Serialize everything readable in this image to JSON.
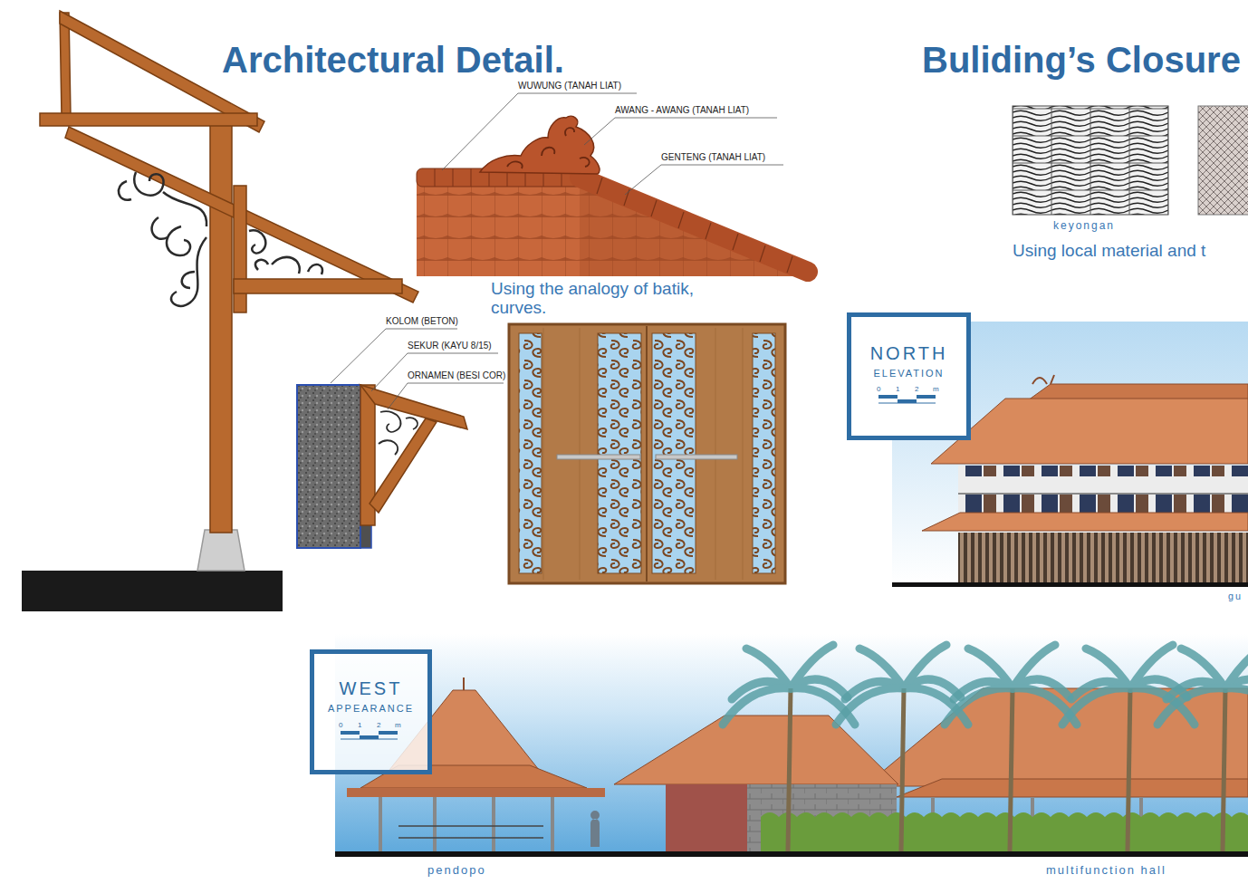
{
  "diagram": {
    "title": "Architectural Detail.",
    "nodes": [
      {
        "text": [
          "NORTH",
          "ELEVATION"
        ]
      },
      {
        "text": [
          "WEST",
          "APPEARANCE"
        ]
      }
    ],
    "labels": [
      "Buliding’s Closure",
      "WUWUNG (TANAH LIAT)",
      "AWANG - AWANG (TANAH LIAT)",
      "GENTENG (TANAH LIAT)",
      "Using the analogy of batik, curves.",
      "KOLOM (BETON)",
      "SEKUR (KAYU 8/15)",
      "ORNAMEN (BESI COR)",
      "keyongan",
      "Using local material and t",
      "0",
      "1",
      "2",
      "m",
      "0",
      "1",
      "2",
      "m",
      "gu",
      "pendopo",
      "multifunction hall"
    ]
  }
}
